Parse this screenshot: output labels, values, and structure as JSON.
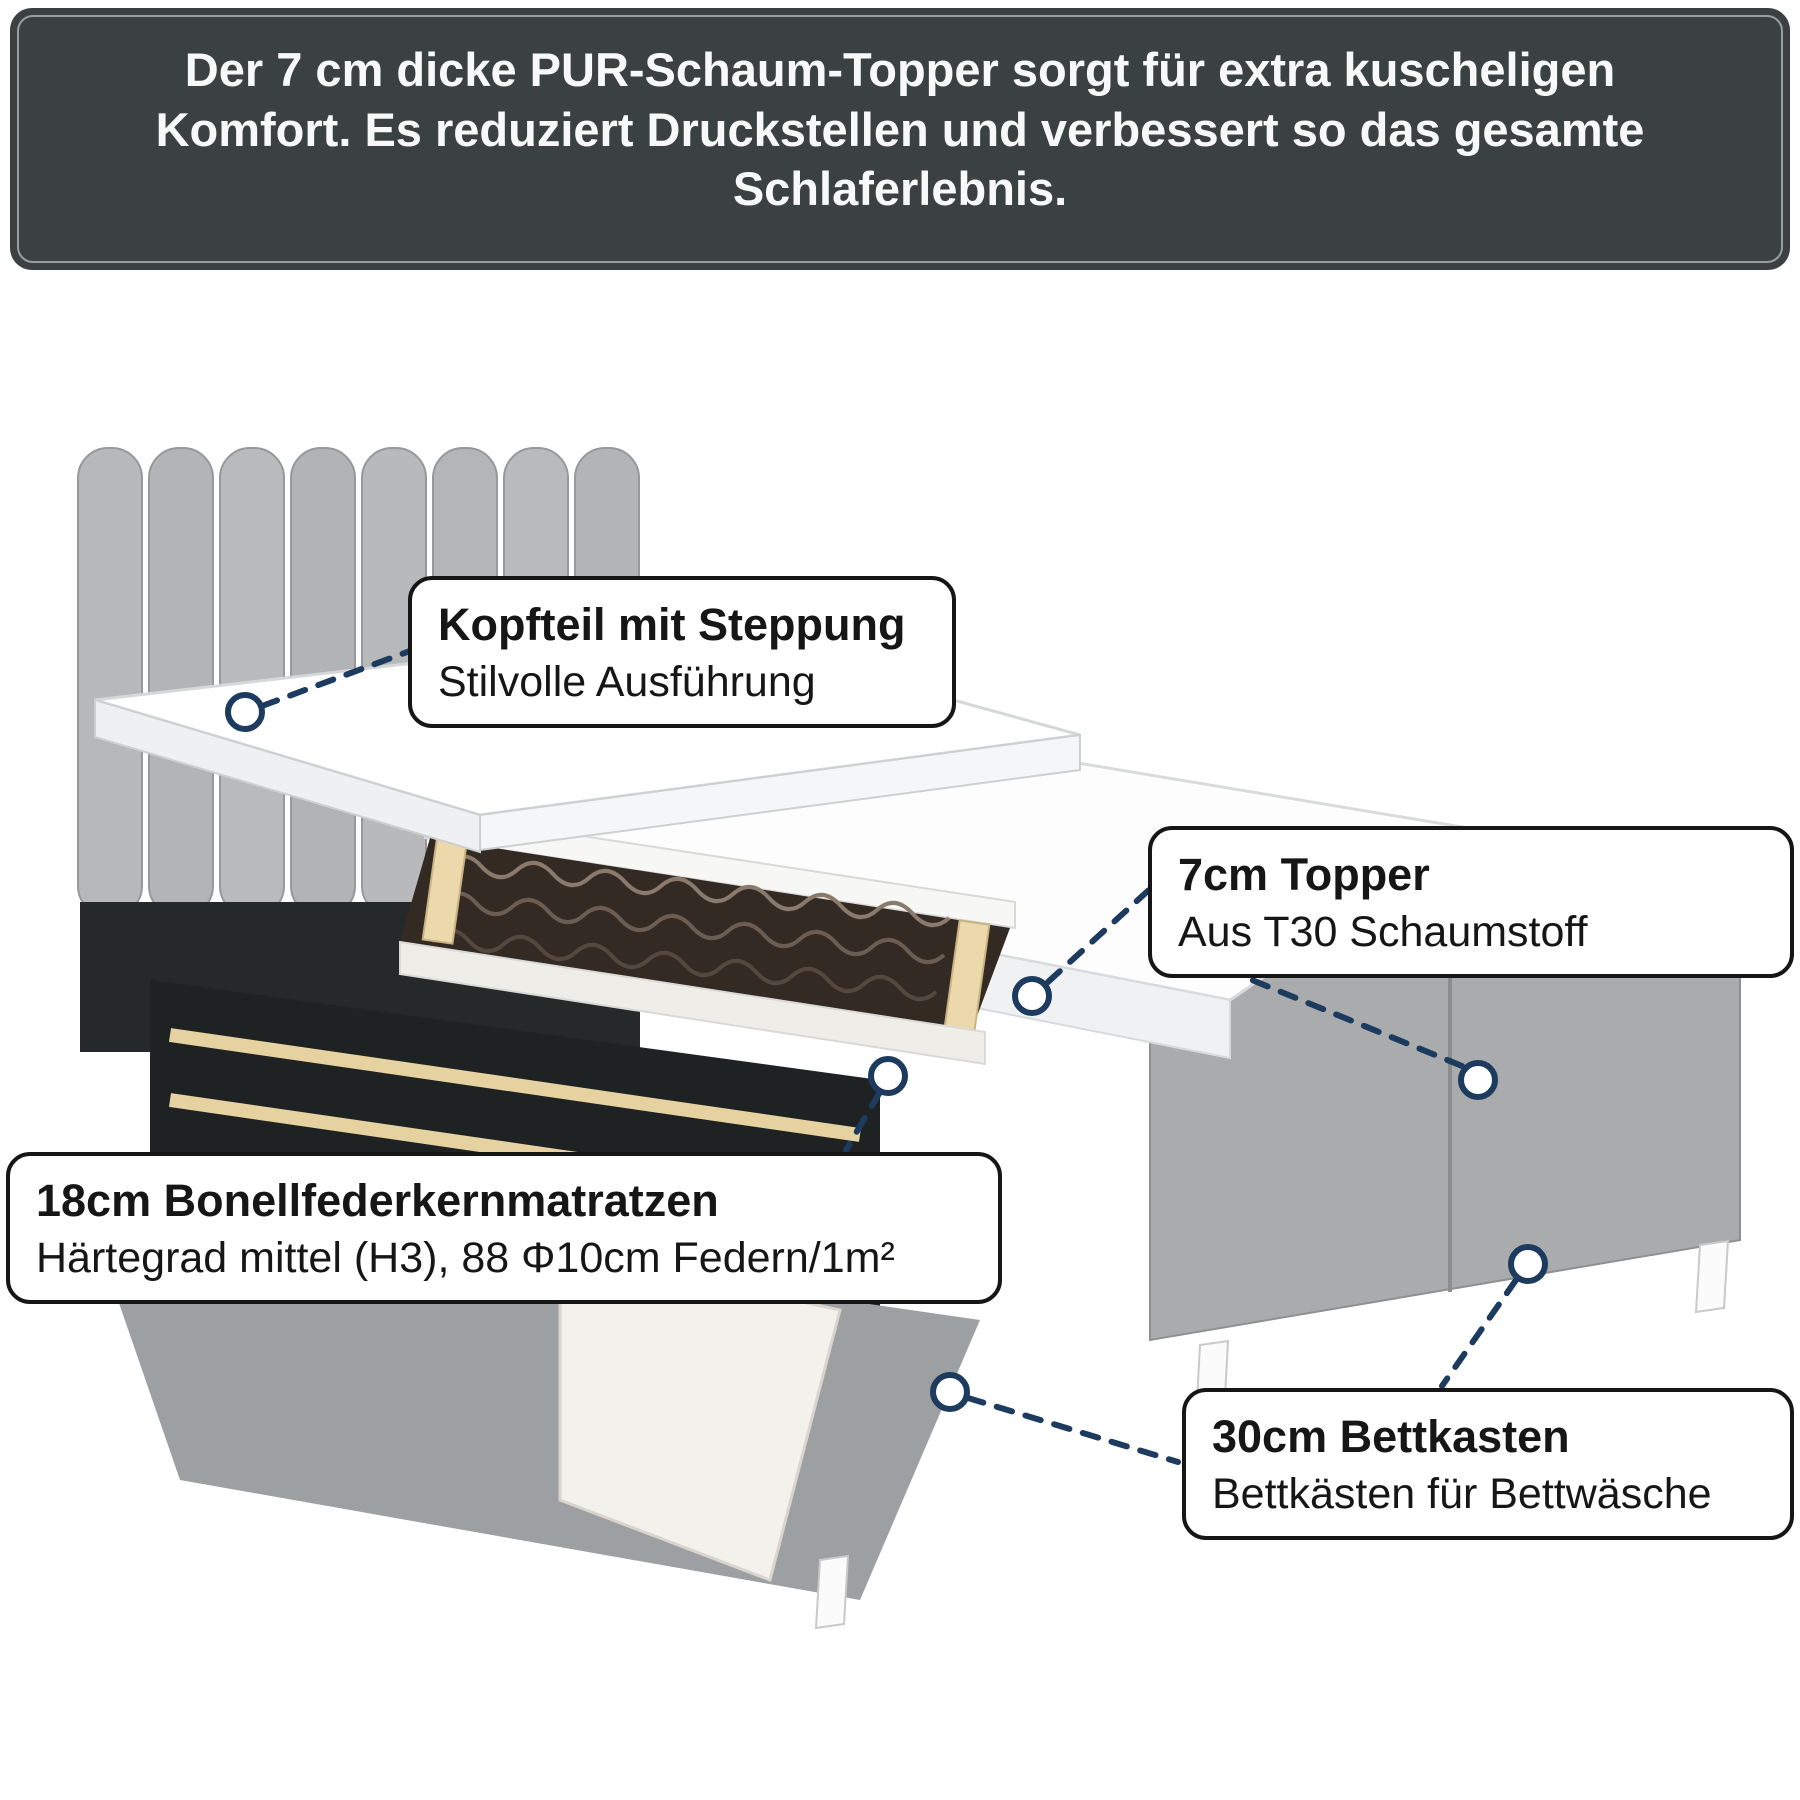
{
  "banner": {
    "text": "Der 7 cm dicke PUR-Schaum-Topper sorgt für extra kuscheligen Komfort. Es reduziert Druckstellen und verbessert so das gesamte Schlaferlebnis."
  },
  "callouts": {
    "headboard": {
      "title": "Kopfteil mit Steppung",
      "subtitle": "Stilvolle Ausführung"
    },
    "topper": {
      "title": "7cm Topper",
      "subtitle": "Aus T30 Schaumstoff"
    },
    "mattress": {
      "title": "18cm Bonellfederkernmatratzen",
      "subtitle": "Härtegrad mittel (H3), 88 Φ10cm Federn/1m²"
    },
    "storage": {
      "title": "30cm Bettkasten",
      "subtitle": "Bettkästen für Bettwäsche"
    }
  },
  "colors": {
    "accent_navy": "#1d3a5f",
    "banner_background": "#3a4140",
    "callout_border": "#161616",
    "bed_gray": "#b5b7b9",
    "wood_beige": "#e6d2a0"
  }
}
